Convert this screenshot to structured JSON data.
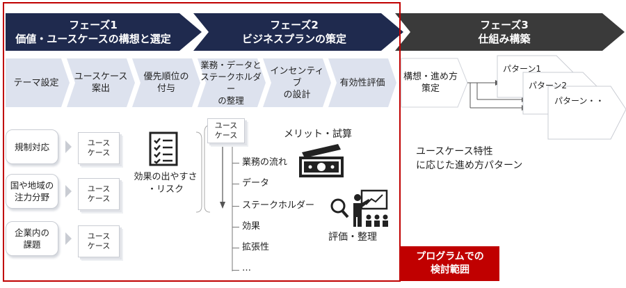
{
  "phases": [
    {
      "label": "フェーズ1\n価値・ユースケースの構想と選定",
      "color": "#1f2a4e"
    },
    {
      "label": "フェーズ2\nビジネスプランの策定",
      "color": "#1f2a4e"
    },
    {
      "label": "フェーズ3\n仕組み構築",
      "color": "#3a3a3a"
    }
  ],
  "steps": [
    "テーマ設定",
    "ユースケース\n案出",
    "優先順位の\n付与",
    "業務・データと\nステークホルダー\nの整理",
    "インセンティブ\nの設計",
    "有効性評価",
    "構想・進め方\n策定"
  ],
  "sources": [
    "規制対応",
    "国や地域の\n注力分野",
    "企業内の\n課題"
  ],
  "usecase_card": "ユース\nケース",
  "effect_label": "効果の出やすさ\n・リスク",
  "usecase_header": "ユース\nケース",
  "organize_items": [
    "業務の流れ",
    "データ",
    "ステークホルダー",
    "効果",
    "拡張性",
    "…"
  ],
  "merit_label": "メリット・試算",
  "eval_label": "評価・整理",
  "patterns": [
    "パターン1",
    "パターン2",
    "パターン・・"
  ],
  "pattern_note": "ユースケース特性\nに応じた進め方パターン",
  "scope_label": "プログラムでの\n検討範囲",
  "colors": {
    "navy": "#1f2a4e",
    "dark": "#3a3a3a",
    "step": "#dde2ee",
    "accent_red": "#c00000"
  },
  "icons": {
    "checklist": "checklist-icon",
    "money": "money-icon",
    "magnifier": "magnifier-icon",
    "presenter": "presenter-icon"
  }
}
